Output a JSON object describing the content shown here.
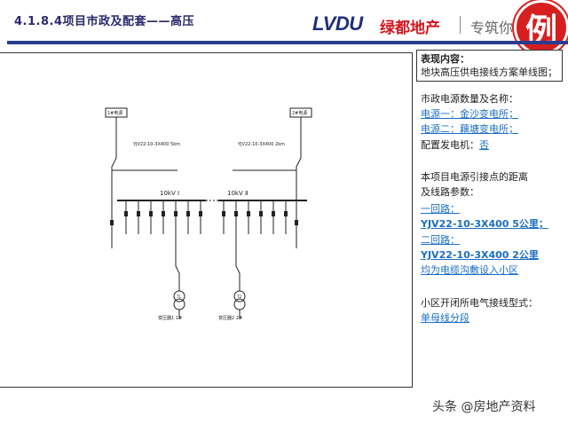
{
  "header": {
    "title": "4.1.8.4项目市政及配套——高压",
    "logo_brand": "LVDU",
    "logo_cn": "绿都地产",
    "slogan": "专筑你",
    "stamp": "例",
    "rule_color": "#2a3d8f"
  },
  "diagram": {
    "left_source_label": "1#电源",
    "right_source_label": "2#电源",
    "left_cable_label": "YJV22-10-3X400 5km",
    "right_cable_label": "YJV22-10-3X400 2km",
    "left_bus_label": "10kV Ⅰ",
    "right_bus_label": "10kV Ⅱ",
    "left_tx_label": "变压器1 1#",
    "right_tx_label": "变压器2 2#",
    "tx1": "T1",
    "tx2": "T2"
  },
  "info_box": {
    "title": "表现内容：",
    "body": "地块高压供电接线方案单线图；"
  },
  "sidebar": {
    "power_heading": "市政电源数量及名称：",
    "source1": "电源一：金沙变电所；",
    "source2": "电源二：藕塘变电所；",
    "generator_label": "配置发电机：",
    "generator_value": "否",
    "distance_heading_1": "本项目电源引接点的距离",
    "distance_heading_2": "及线路参数：",
    "line1_label": "一回路：",
    "line1_value": "YJV22-10-3X400 5公里；",
    "line2_label": "二回路：",
    "line2_value": "YJV22-10-3X400 2公里",
    "laying": "均为电缆沟敷设入小区",
    "wiring_heading": "小区开闭所电气接线型式：",
    "wiring_value": "单母线分段"
  },
  "watermark": "头条 @房地产资料",
  "colors": {
    "link": "#1b6ec2",
    "brand_blue": "#1f2f7a",
    "brand_red": "#d4161e"
  }
}
